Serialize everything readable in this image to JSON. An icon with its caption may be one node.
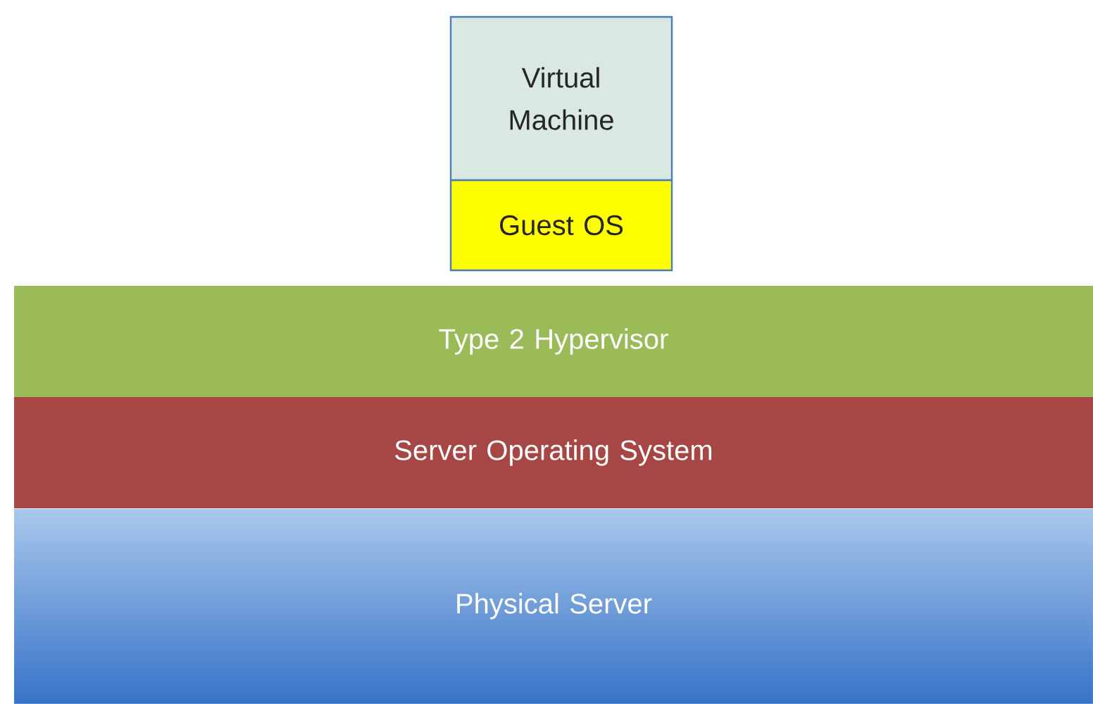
{
  "diagram": {
    "nodes": [
      {
        "text": [
          "Virtual Machine"
        ]
      },
      {
        "text": [
          "Guest OS"
        ]
      },
      {
        "text": [
          "Type 2 Hypervisor"
        ]
      },
      {
        "text": [
          "Server Operating System"
        ]
      },
      {
        "text": [
          "Physical Server"
        ]
      }
    ]
  }
}
